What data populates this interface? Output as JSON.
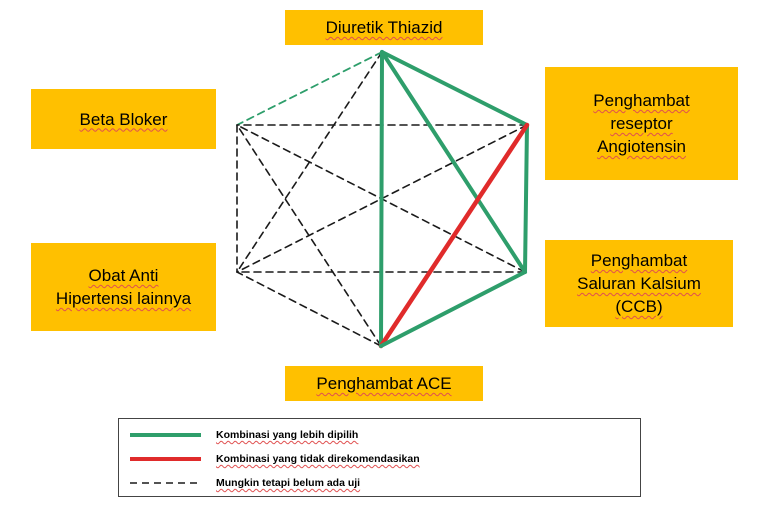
{
  "nodes": {
    "diuretik": {
      "lines": [
        "Diuretik Thiazid"
      ]
    },
    "beta": {
      "lines": [
        "Beta Bloker"
      ]
    },
    "arb": {
      "lines": [
        "Penghambat",
        "reseptor",
        "Angiotensin"
      ]
    },
    "obat": {
      "lines": [
        "Obat Anti",
        "Hipertensi lainnya"
      ]
    },
    "ccb": {
      "lines": [
        "Penghambat",
        "Saluran Kalsium",
        "(CCB)"
      ]
    },
    "ace": {
      "lines": [
        "Penghambat ACE"
      ]
    }
  },
  "legend": [
    {
      "style": "preferred",
      "label": "Kombinasi yang lebih dipilih"
    },
    {
      "style": "not_recommended",
      "label": "Kombinasi yang tidak direkomendasikan"
    },
    {
      "style": "untested",
      "label": "Mungkin tetapi belum ada uji"
    }
  ],
  "edges": [
    {
      "from": "diuretik",
      "to": "beta",
      "style": "untested_green"
    },
    {
      "from": "diuretik",
      "to": "arb",
      "style": "preferred"
    },
    {
      "from": "diuretik",
      "to": "ccb",
      "style": "preferred"
    },
    {
      "from": "diuretik",
      "to": "ace",
      "style": "preferred"
    },
    {
      "from": "diuretik",
      "to": "obat",
      "style": "untested"
    },
    {
      "from": "arb",
      "to": "ccb",
      "style": "preferred"
    },
    {
      "from": "arb",
      "to": "ace",
      "style": "not_recommended"
    },
    {
      "from": "arb",
      "to": "beta",
      "style": "untested"
    },
    {
      "from": "arb",
      "to": "obat",
      "style": "untested"
    },
    {
      "from": "ccb",
      "to": "ace",
      "style": "preferred"
    },
    {
      "from": "ccb",
      "to": "obat",
      "style": "untested"
    },
    {
      "from": "ccb",
      "to": "beta",
      "style": "untested"
    },
    {
      "from": "ace",
      "to": "obat",
      "style": "untested"
    },
    {
      "from": "ace",
      "to": "beta",
      "style": "untested"
    },
    {
      "from": "beta",
      "to": "obat",
      "style": "untested"
    }
  ],
  "colors": {
    "preferred": "#2E9E6B",
    "not_recommended": "#E02B2B",
    "untested": "#1a1a1a",
    "untested_green": "#2E9E6B",
    "box": "#FFC000"
  }
}
